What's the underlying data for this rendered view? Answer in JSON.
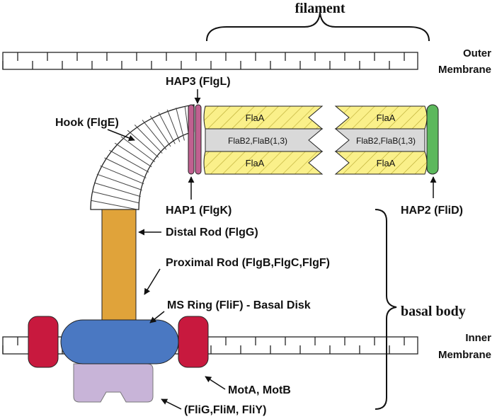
{
  "brackets": {
    "filament": "filament",
    "basal_body": "basal body"
  },
  "membranes": {
    "outer_line1": "Outer",
    "outer_line2": "Membrane",
    "inner_line1": "Inner",
    "inner_line2": "Membrane"
  },
  "labels": {
    "hap3": "HAP3 (FlgL)",
    "hook": "Hook (FlgE)",
    "hap1": "HAP1 (FlgK)",
    "hap2": "HAP2 (FliD)",
    "distal_rod": "Distal Rod (FlgG)",
    "proximal_rod": "Proximal Rod (FlgB,FlgC,FlgF)",
    "ms_ring": "MS Ring (FliF) - Basal Disk",
    "mot": "MotA, MotB",
    "switch": "(FliG,FliM, FliY)"
  },
  "segment1": {
    "top": "FlaA",
    "middle": "FlaB2,FlaB(1,3)",
    "bottom": "FlaA"
  },
  "segment2": {
    "top": "FlaA",
    "middle": "FlaB2,FlaB(1,3)",
    "bottom": "FlaA"
  },
  "colors": {
    "rod": "#E0A33A",
    "ms_ring": "#4A78C2",
    "motor": "#C8193E",
    "switch": "#C8B4D8",
    "hap3": "#C06090",
    "hap2": "#5CB85C",
    "flaA": "#FAF08A",
    "flaB": "#D9D9D9"
  }
}
